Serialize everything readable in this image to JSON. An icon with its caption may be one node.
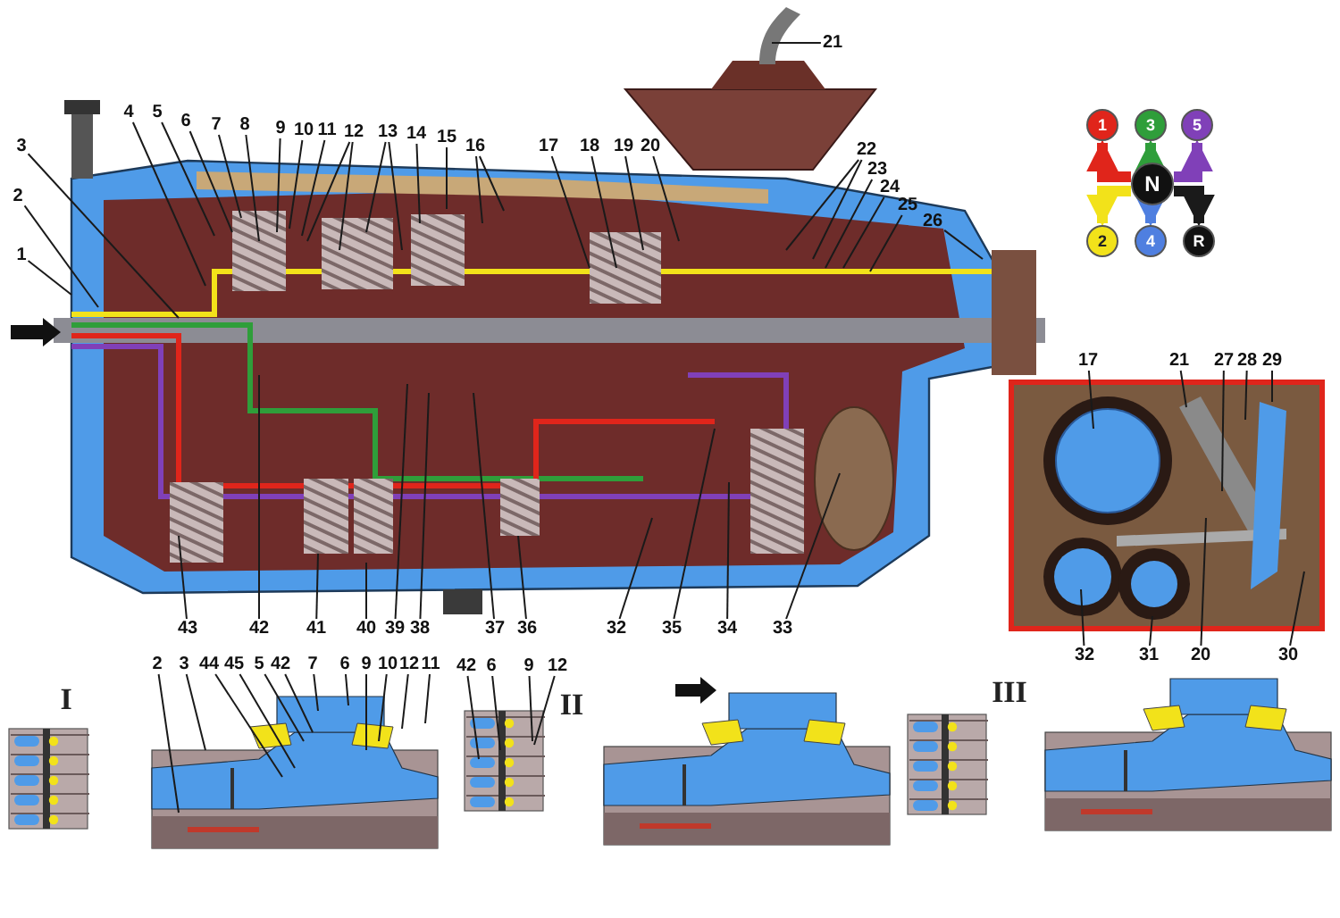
{
  "diagram": {
    "nodes": [
      {
        "text": [
          "1"
        ]
      },
      {
        "text": [
          "2"
        ]
      },
      {
        "text": [
          "3"
        ]
      },
      {
        "text": [
          "4"
        ]
      },
      {
        "text": [
          "5"
        ]
      },
      {
        "text": [
          "6"
        ]
      },
      {
        "text": [
          "7"
        ]
      },
      {
        "text": [
          "8"
        ]
      },
      {
        "text": [
          "9"
        ]
      },
      {
        "text": [
          "10"
        ]
      },
      {
        "text": [
          "11"
        ]
      },
      {
        "text": [
          "12"
        ]
      },
      {
        "text": [
          "13"
        ]
      },
      {
        "text": [
          "14"
        ]
      },
      {
        "text": [
          "15"
        ]
      },
      {
        "text": [
          "16"
        ]
      },
      {
        "text": [
          "17"
        ]
      },
      {
        "text": [
          "18"
        ]
      },
      {
        "text": [
          "19"
        ]
      },
      {
        "text": [
          "20"
        ]
      },
      {
        "text": [
          "21"
        ]
      },
      {
        "text": [
          "22"
        ]
      },
      {
        "text": [
          "23"
        ]
      },
      {
        "text": [
          "24"
        ]
      },
      {
        "text": [
          "25"
        ]
      },
      {
        "text": [
          "26"
        ]
      },
      {
        "text": [
          "43"
        ]
      },
      {
        "text": [
          "42"
        ]
      },
      {
        "text": [
          "41"
        ]
      },
      {
        "text": [
          "40"
        ]
      },
      {
        "text": [
          "39"
        ]
      },
      {
        "text": [
          "38"
        ]
      },
      {
        "text": [
          "37"
        ]
      },
      {
        "text": [
          "36"
        ]
      },
      {
        "text": [
          "32"
        ]
      },
      {
        "text": [
          "35"
        ]
      },
      {
        "text": [
          "34"
        ]
      },
      {
        "text": [
          "33"
        ]
      },
      {
        "text": [
          "17"
        ]
      },
      {
        "text": [
          "21"
        ]
      },
      {
        "text": [
          "27"
        ]
      },
      {
        "text": [
          "28"
        ]
      },
      {
        "text": [
          "29"
        ]
      },
      {
        "text": [
          "32"
        ]
      },
      {
        "text": [
          "31"
        ]
      },
      {
        "text": [
          "20"
        ]
      },
      {
        "text": [
          "30"
        ]
      },
      {
        "text": [
          "2"
        ]
      },
      {
        "text": [
          "3"
        ]
      },
      {
        "text": [
          "44"
        ]
      },
      {
        "text": [
          "45"
        ]
      },
      {
        "text": [
          "5"
        ]
      },
      {
        "text": [
          "42"
        ]
      },
      {
        "text": [
          "7"
        ]
      },
      {
        "text": [
          "6"
        ]
      },
      {
        "text": [
          "9"
        ]
      },
      {
        "text": [
          "10"
        ]
      },
      {
        "text": [
          "12"
        ]
      },
      {
        "text": [
          "11"
        ]
      },
      {
        "text": [
          "42"
        ]
      },
      {
        "text": [
          "6"
        ]
      },
      {
        "text": [
          "9"
        ]
      },
      {
        "text": [
          "12"
        ]
      },
      {
        "text": [
          "1"
        ]
      },
      {
        "text": [
          "3"
        ]
      },
      {
        "text": [
          "5"
        ]
      },
      {
        "text": [
          "N"
        ]
      },
      {
        "text": [
          "2"
        ]
      },
      {
        "text": [
          "4"
        ]
      },
      {
        "text": [
          "R"
        ]
      }
    ],
    "edges": [
      {
        "from": 0,
        "to": null,
        "arrow": "none"
      },
      {
        "from": 1,
        "to": null,
        "arrow": "none"
      },
      {
        "from": 2,
        "to": null,
        "arrow": "none"
      },
      {
        "from": 3,
        "to": null,
        "arrow": "none"
      },
      {
        "from": 4,
        "to": null,
        "arrow": "none"
      },
      {
        "from": 5,
        "to": null,
        "arrow": "none"
      },
      {
        "from": 6,
        "to": null,
        "arrow": "none"
      },
      {
        "from": 7,
        "to": null,
        "arrow": "none"
      },
      {
        "from": 8,
        "to": null,
        "arrow": "none"
      },
      {
        "from": 9,
        "to": null,
        "arrow": "none"
      },
      {
        "from": 10,
        "to": null,
        "arrow": "none"
      },
      {
        "from": 11,
        "to": null,
        "arrow": "none"
      },
      {
        "from": 11,
        "to": null,
        "arrow": "none"
      },
      {
        "from": 12,
        "to": null,
        "arrow": "none"
      },
      {
        "from": 12,
        "to": null,
        "arrow": "none"
      },
      {
        "from": 13,
        "to": null,
        "arrow": "none"
      },
      {
        "from": 14,
        "to": null,
        "arrow": "none"
      },
      {
        "from": 15,
        "to": null,
        "arrow": "none"
      },
      {
        "from": 15,
        "to": null,
        "arrow": "none"
      },
      {
        "from": 16,
        "to": null,
        "arrow": "none"
      },
      {
        "from": 17,
        "to": null,
        "arrow": "none"
      },
      {
        "from": 18,
        "to": null,
        "arrow": "none"
      },
      {
        "from": 19,
        "to": null,
        "arrow": "none"
      },
      {
        "from": 20,
        "to": null,
        "arrow": "none"
      },
      {
        "from": 21,
        "to": null,
        "arrow": "none"
      },
      {
        "from": 21,
        "to": null,
        "arrow": "none"
      },
      {
        "from": 22,
        "to": null,
        "arrow": "none"
      },
      {
        "from": 23,
        "to": null,
        "arrow": "none"
      },
      {
        "from": 24,
        "to": null,
        "arrow": "none"
      },
      {
        "from": 25,
        "to": null,
        "arrow": "none"
      },
      {
        "from": 26,
        "to": null,
        "arrow": "none"
      },
      {
        "from": 27,
        "to": null,
        "arrow": "none"
      },
      {
        "from": 28,
        "to": null,
        "arrow": "none"
      },
      {
        "from": 29,
        "to": null,
        "arrow": "none"
      },
      {
        "from": 30,
        "to": null,
        "arrow": "none"
      },
      {
        "from": 31,
        "to": null,
        "arrow": "none"
      },
      {
        "from": 32,
        "to": null,
        "arrow": "none"
      },
      {
        "from": 33,
        "to": null,
        "arrow": "none"
      },
      {
        "from": 34,
        "to": null,
        "arrow": "none"
      },
      {
        "from": 35,
        "to": null,
        "arrow": "none"
      },
      {
        "from": 36,
        "to": null,
        "arrow": "none"
      },
      {
        "from": 37,
        "to": null,
        "arrow": "none"
      },
      {
        "from": 38,
        "to": null,
        "arrow": "none"
      },
      {
        "from": 39,
        "to": null,
        "arrow": "none"
      },
      {
        "from": 40,
        "to": null,
        "arrow": "none"
      },
      {
        "from": 41,
        "to": null,
        "arrow": "none"
      },
      {
        "from": 42,
        "to": null,
        "arrow": "none"
      },
      {
        "from": 43,
        "to": null,
        "arrow": "none"
      },
      {
        "from": 44,
        "to": null,
        "arrow": "none"
      },
      {
        "from": 45,
        "to": null,
        "arrow": "none"
      },
      {
        "from": 46,
        "to": null,
        "arrow": "none"
      },
      {
        "from": 47,
        "to": null,
        "arrow": "none"
      },
      {
        "from": 48,
        "to": null,
        "arrow": "none"
      },
      {
        "from": 49,
        "to": null,
        "arrow": "none"
      },
      {
        "from": 50,
        "to": null,
        "arrow": "none"
      },
      {
        "from": 51,
        "to": null,
        "arrow": "none"
      },
      {
        "from": 52,
        "to": null,
        "arrow": "none"
      },
      {
        "from": 53,
        "to": null,
        "arrow": "none"
      },
      {
        "from": 54,
        "to": null,
        "arrow": "none"
      },
      {
        "from": 55,
        "to": null,
        "arrow": "none"
      },
      {
        "from": 56,
        "to": null,
        "arrow": "none"
      },
      {
        "from": 57,
        "to": null,
        "arrow": "none"
      },
      {
        "from": 58,
        "to": null,
        "arrow": "none"
      },
      {
        "from": 59,
        "to": null,
        "arrow": "none"
      },
      {
        "from": 60,
        "to": null,
        "arrow": "none"
      },
      {
        "from": 61,
        "to": null,
        "arrow": "none"
      },
      {
        "from": 62,
        "to": null,
        "arrow": "none"
      },
      {
        "from": 66,
        "to": 63,
        "arrow": "to",
        "style": "thick",
        "color": "#e0251b"
      },
      {
        "from": 66,
        "to": 64,
        "arrow": "to",
        "style": "thick",
        "color": "#2f9e3a"
      },
      {
        "from": 66,
        "to": 65,
        "arrow": "to",
        "style": "thick",
        "color": "#8040b8"
      },
      {
        "from": 66,
        "to": 67,
        "arrow": "to",
        "style": "thick",
        "color": "#f2e21a"
      },
      {
        "from": 66,
        "to": 68,
        "arrow": "to",
        "style": "thick",
        "color": "#4f7fe0"
      },
      {
        "from": 66,
        "to": 69,
        "arrow": "to",
        "style": "thick"
      }
    ],
    "labels": [
      "I",
      "II",
      "III"
    ]
  }
}
